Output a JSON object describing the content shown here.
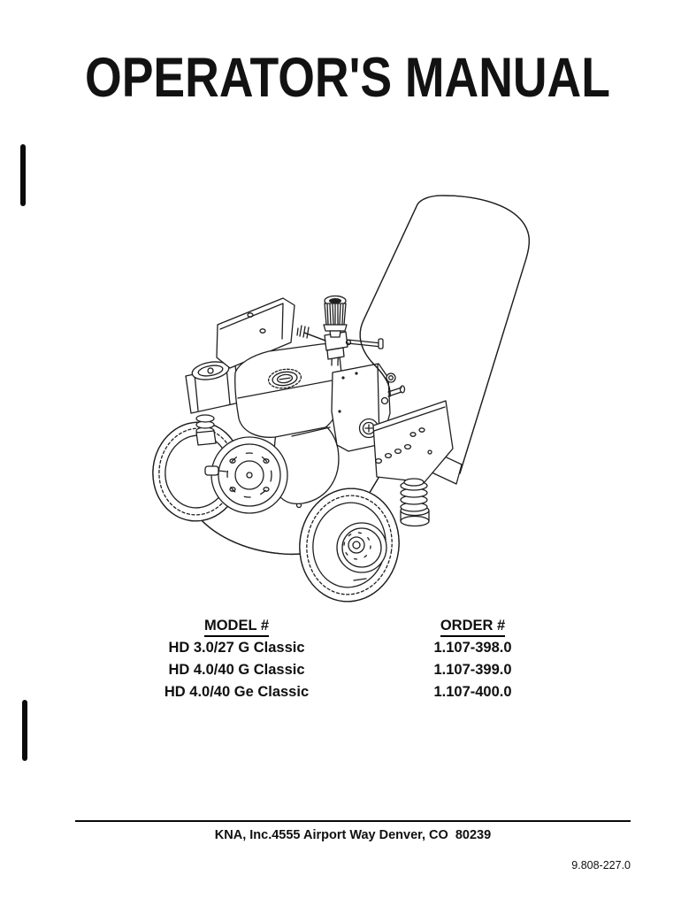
{
  "page_title": "OPERATOR'S MANUAL",
  "table": {
    "model_header": "MODEL #",
    "order_header": "ORDER #",
    "rows": [
      {
        "model": "HD 3.0/27 G Classic",
        "order": "1.107-398.0"
      },
      {
        "model": "HD 4.0/40 G Classic",
        "order": "1.107-399.0"
      },
      {
        "model": "HD 4.0/40 Ge Classic",
        "order": "1.107-400.0"
      }
    ]
  },
  "footer": {
    "address": "KNA, Inc.4555 Airport Way Denver, CO  80239",
    "part_number": "9.808-227.0"
  },
  "illustration": {
    "icon": "pressure-washer-line-drawing-icon"
  },
  "colors": {
    "ink": "#1f1f1f",
    "paper": "#ffffff"
  }
}
